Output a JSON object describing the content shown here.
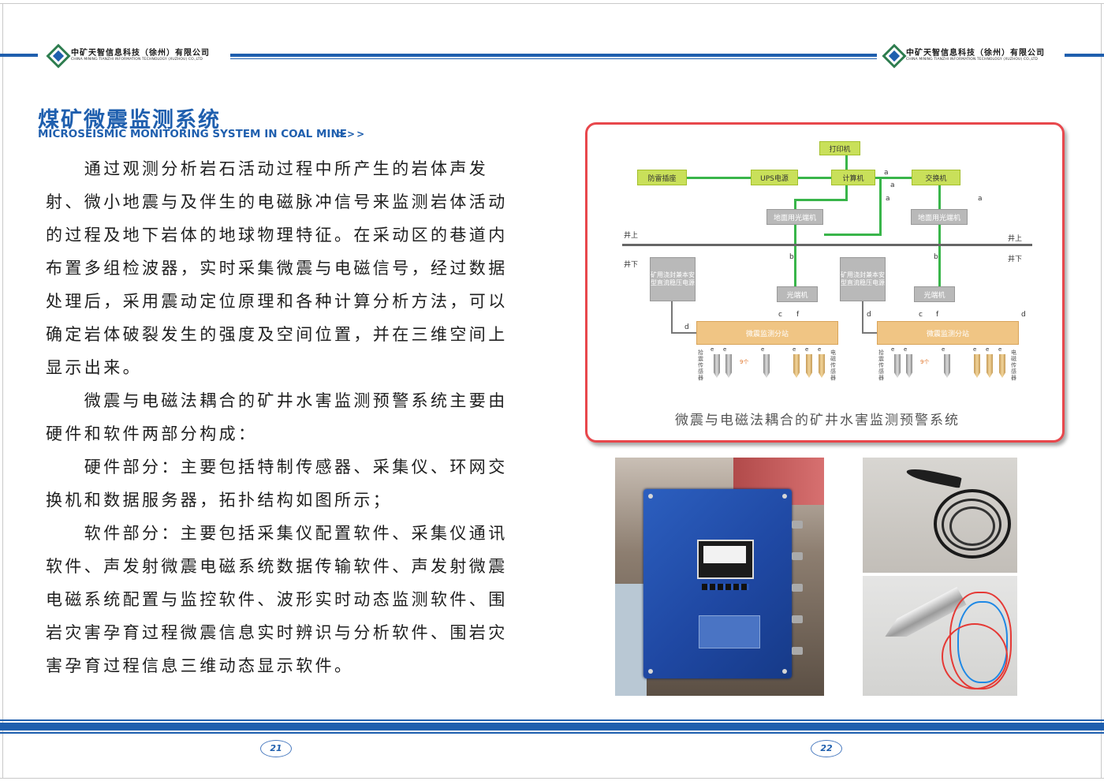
{
  "header": {
    "company_cn": "中矿天智信息科技（徐州）有限公司",
    "company_en": "CHINA MINING TIANZHI INFORMATION TECHNOLOGY (XUZHOU) CO.,LTD"
  },
  "left_page": {
    "title": "煤矿微震监测系统",
    "subtitle": "MICROSEISMIC MONITORING SYSTEM IN COAL MINE",
    "arrows": ">>>",
    "paragraphs": [
      [
        "　　通过观测分析岩石活动过程中所产生的岩体声发",
        "射、微小地震与及伴生的电磁脉冲信号来监测岩体活动",
        "的过程及地下岩体的地球物理特征。在采动区的巷道内",
        "布置多组检波器，实时采集微震与电磁信号，经过数据",
        "处理后，采用震动定位原理和各种计算分析方法，可以",
        "确定岩体破裂发生的强度及空间位置，并在三维空间上",
        "显示出来。"
      ],
      [
        "　　微震与电磁法耦合的矿井水害监测预警系统主要由",
        "硬件和软件两部分构成："
      ],
      [
        "　　硬件部分：主要包括特制传感器、采集仪、环网交",
        "换机和数据服务器，拓扑结构如图所示；"
      ],
      [
        "　　软件部分：主要包括采集仪配置软件、采集仪通讯",
        "软件、声发射微震电磁系统数据传输软件、声发射微震",
        "电磁系统配置与监控软件、波形实时动态监测软件、围",
        "岩灾害孕育过程微震信息实时辨识与分析软件、围岩灾",
        "害孕育过程信息三维动态显示软件。"
      ]
    ],
    "page_number": "21"
  },
  "right_page": {
    "diagram": {
      "caption": "微震与电磁法耦合的矿井水害监测预警系统",
      "printer": "打印机",
      "lightning": "防雷插座",
      "ups": "UPS电源",
      "computer": "计算机",
      "switch": "交换机",
      "ground_optical_1": "地面用光端机",
      "ground_optical_2": "地面用光端机",
      "above_left": "井上",
      "above_right": "井上",
      "below_left": "井下",
      "below_right": "井下",
      "power_1": "矿用浇封兼本安型直流稳压电源",
      "power_2": "矿用浇封兼本安型直流稳压电源",
      "optical_1": "光端机",
      "optical_2": "光端机",
      "substation_1": "微震监测分站",
      "substation_2": "微震监测分站",
      "pickup_sensor": "拾震传感器",
      "em_sensor": "电磁传感器",
      "count": "9个",
      "link_a": "a",
      "link_b": "b",
      "link_c": "c",
      "link_d": "d",
      "link_e": "e",
      "link_f": "f"
    },
    "page_number": "22"
  },
  "colors": {
    "brand_blue": "#1f5fae",
    "frame_red": "#e8474c",
    "link_green": "#39b54a",
    "device_yellow": "#c9e05a",
    "device_grey": "#b9b9b9",
    "device_orange": "#f0c584"
  }
}
